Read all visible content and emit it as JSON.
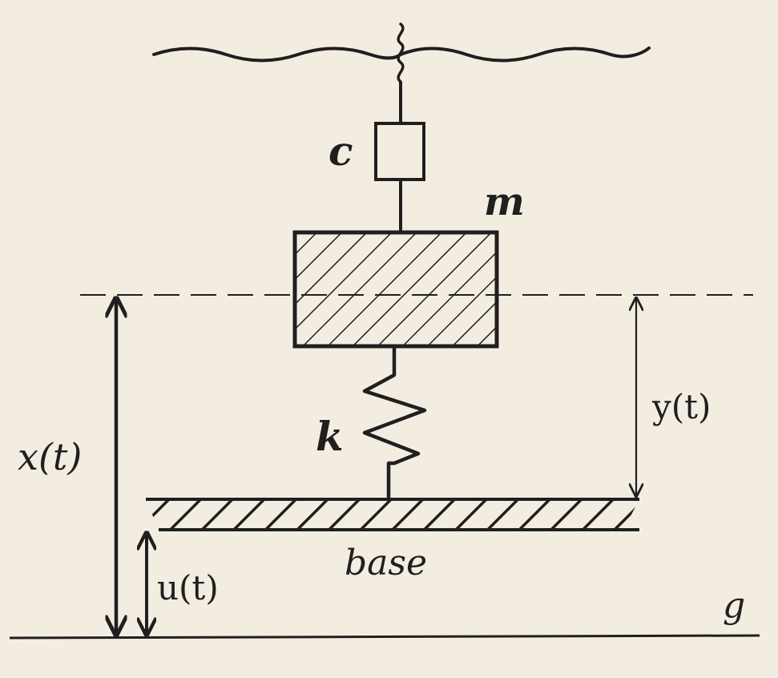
{
  "labels": {
    "damper": "c",
    "mass": "m",
    "spring": "k",
    "absolute_displacement": "x(t)",
    "relative_displacement": "y(t)",
    "base_displacement": "u(t)",
    "base": "base",
    "ground": "g"
  },
  "colors": {
    "background": "#f3ede1",
    "ink": "#1f1f1f"
  }
}
